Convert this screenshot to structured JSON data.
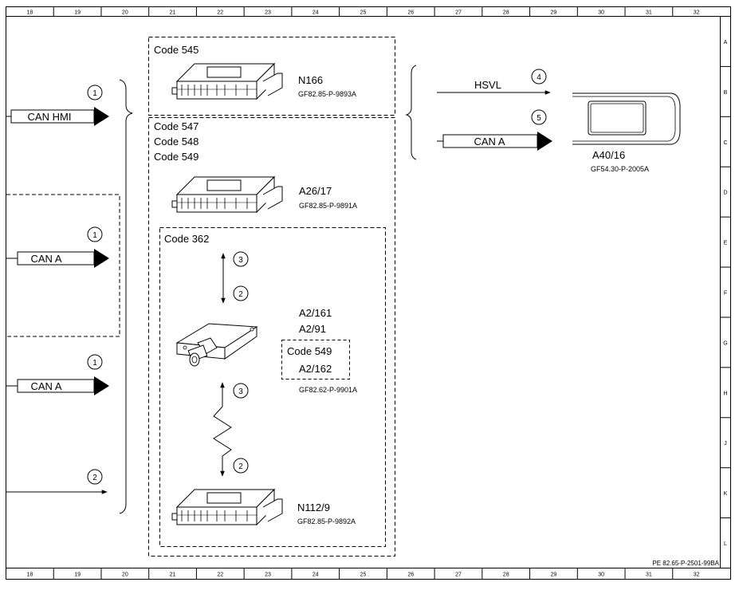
{
  "ruler": {
    "columns": [
      "18",
      "19",
      "20",
      "21",
      "22",
      "23",
      "24",
      "25",
      "26",
      "27",
      "28",
      "29",
      "30",
      "31",
      "32"
    ],
    "rows": [
      "A",
      "B",
      "C",
      "D",
      "E",
      "F",
      "G",
      "H",
      "J",
      "K",
      "L"
    ]
  },
  "left_signals": {
    "can_hmi": {
      "label": "CAN HMI",
      "number": "1"
    },
    "can_a_mid": {
      "label": "CAN A",
      "number": "1"
    },
    "can_a_low": {
      "label": "CAN A",
      "number": "1"
    },
    "line_bottom": {
      "number": "2"
    }
  },
  "box_545": {
    "code": "Code 545",
    "module": "N166",
    "ref": "GF82.85-P-9893A"
  },
  "box_547": {
    "codes": [
      "Code 547",
      "Code 548",
      "Code 549"
    ],
    "module": "A26/17",
    "ref": "GF82.85-P-9891A"
  },
  "box_362": {
    "code": "Code 362",
    "arrow_up_number": "3",
    "arrow_down_number": "2",
    "module_primary": "A2/161",
    "module_secondary": "A2/91",
    "inner_code": "Code 549",
    "module_inner": "A2/162",
    "ref": "GF82.62-P-9901A",
    "coax_up_number": "3",
    "coax_down_number": "2",
    "bottom_module": "N112/9",
    "bottom_ref": "GF82.85-P-9892A"
  },
  "right": {
    "hsvl": {
      "label": "HSVL",
      "number": "4"
    },
    "can_a": {
      "label": "CAN A",
      "number": "5"
    },
    "display_module": "A40/16",
    "display_ref": "GF54.30-P-2005A"
  },
  "footer_ref": "PE 82.65-P-2501-99BA"
}
